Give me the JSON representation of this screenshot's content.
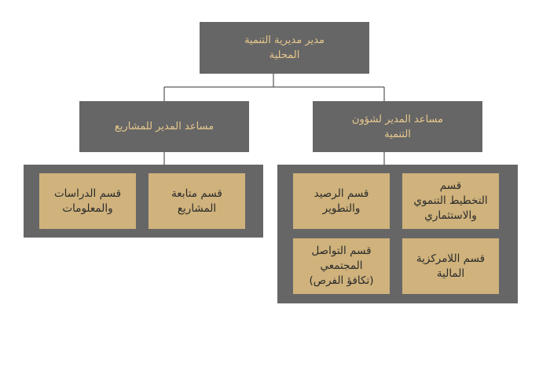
{
  "colors": {
    "dark_box": "#666666",
    "dark_text": "#e8c98d",
    "tan_box": "#cfb27c",
    "tan_text": "#2b2b2b",
    "connector": "#333333"
  },
  "chart": {
    "top": {
      "label": "مدير مديرية التنمية\nالمحلية"
    },
    "assistant_right": {
      "label": "مساعد المدير لشؤون\nالتنمية"
    },
    "assistant_left": {
      "label": "مساعد المدير للمشاريع"
    },
    "right_departments": [
      {
        "label": "قسم\nالتخطيط التنموي\nوالاستثماري"
      },
      {
        "label": "قسم الرصيد\nوالتطوير"
      },
      {
        "label": "قسم اللامركزية\nالمالية"
      },
      {
        "label": "قسم التواصل\nالمجتمعي\n(تكافؤ الفرص)"
      }
    ],
    "left_departments": [
      {
        "label": "قسم متابعة\nالمشاريع"
      },
      {
        "label": "قسم الدراسات\nوالمعلومات"
      }
    ]
  }
}
